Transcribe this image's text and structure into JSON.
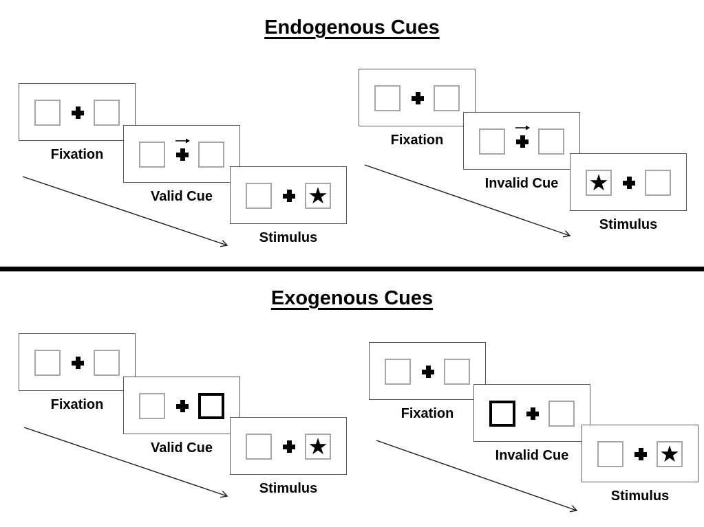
{
  "titles": {
    "endogenous": "Endogenous Cues",
    "exogenous": "Exogenous Cues"
  },
  "glyphs": {
    "star": "★"
  },
  "colors": {
    "background": "#ffffff",
    "ink": "#000000",
    "panel_border": "#595959",
    "placeholder_box_border": "#a6a6a6",
    "exogenous_cue_border": "#000000",
    "divider": "#000000"
  },
  "sections": [
    {
      "title": "Endogenous Cues",
      "sequences": [
        {
          "name": "valid",
          "panels": [
            {
              "label": "Fixation",
              "type": "fixation"
            },
            {
              "label": "Valid Cue",
              "type": "endogenous-arrow-cue",
              "cue_arrow_direction": "right"
            },
            {
              "label": "Stimulus",
              "type": "stimulus",
              "star_side": "right"
            }
          ]
        },
        {
          "name": "invalid",
          "panels": [
            {
              "label": "Fixation",
              "type": "fixation"
            },
            {
              "label": "Invalid Cue",
              "type": "endogenous-arrow-cue",
              "cue_arrow_direction": "right"
            },
            {
              "label": "Stimulus",
              "type": "stimulus",
              "star_side": "left"
            }
          ]
        }
      ]
    },
    {
      "title": "Exogenous Cues",
      "sequences": [
        {
          "name": "valid",
          "panels": [
            {
              "label": "Fixation",
              "type": "fixation"
            },
            {
              "label": "Valid Cue",
              "type": "exogenous-box-cue",
              "highlighted_box_side": "right"
            },
            {
              "label": "Stimulus",
              "type": "stimulus",
              "star_side": "right"
            }
          ]
        },
        {
          "name": "invalid",
          "panels": [
            {
              "label": "Fixation",
              "type": "fixation"
            },
            {
              "label": "Invalid Cue",
              "type": "exogenous-box-cue",
              "highlighted_box_side": "left"
            },
            {
              "label": "Stimulus",
              "type": "stimulus",
              "star_side": "right"
            }
          ]
        }
      ]
    }
  ]
}
